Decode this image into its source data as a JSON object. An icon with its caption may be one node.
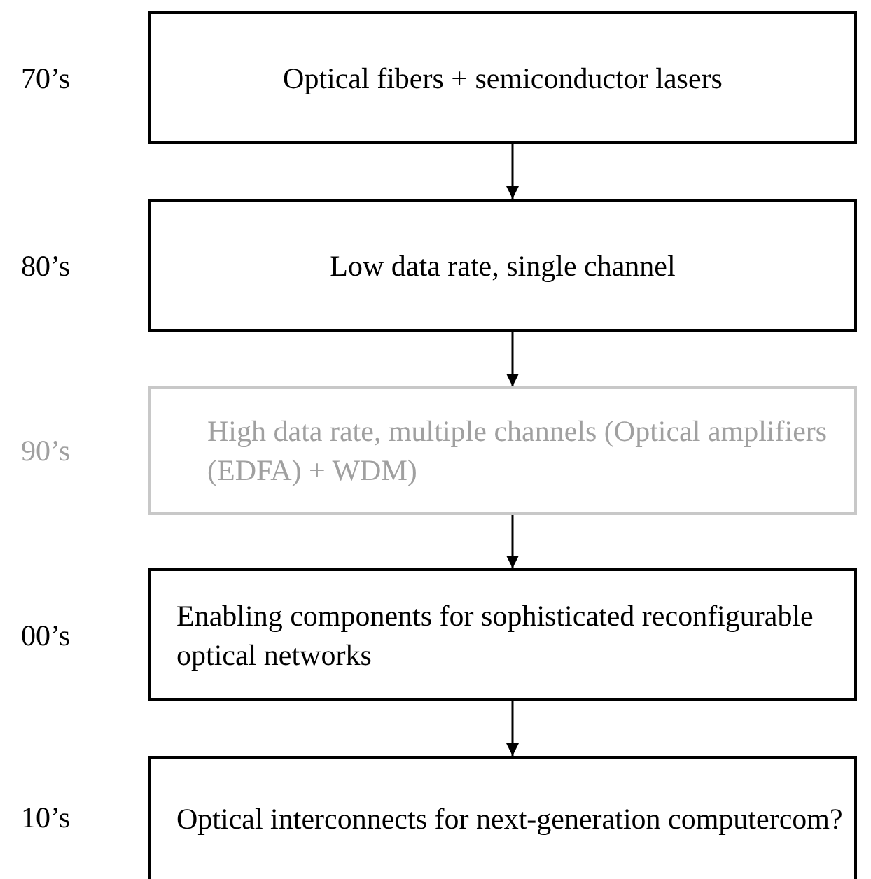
{
  "diagram": {
    "nodes": [
      {
        "text": [
          "Optical fibers + semiconductor lasers"
        ],
        "beside": [
          "70’s"
        ]
      },
      {
        "text": [
          "Low data rate, single channel"
        ],
        "beside": [
          "80’s"
        ]
      },
      {
        "text": [
          "High data rate, multiple channels (Optical amplifiers (EDFA) + WDM)"
        ],
        "beside": [
          "90’s"
        ]
      },
      {
        "text": [
          "Enabling components for sophisticated reconfigurable optical networks"
        ],
        "beside": [
          "00’s"
        ]
      },
      {
        "text": [
          "Optical interconnects for next-generation computercom?"
        ],
        "beside": [
          "10’s"
        ]
      }
    ],
    "edges": [
      {
        "from": 0,
        "to": 1,
        "arrow": "to"
      },
      {
        "from": 1,
        "to": 2,
        "arrow": "to"
      },
      {
        "from": 2,
        "to": 3,
        "arrow": "to"
      },
      {
        "from": 3,
        "to": 4,
        "arrow": "to"
      }
    ]
  }
}
